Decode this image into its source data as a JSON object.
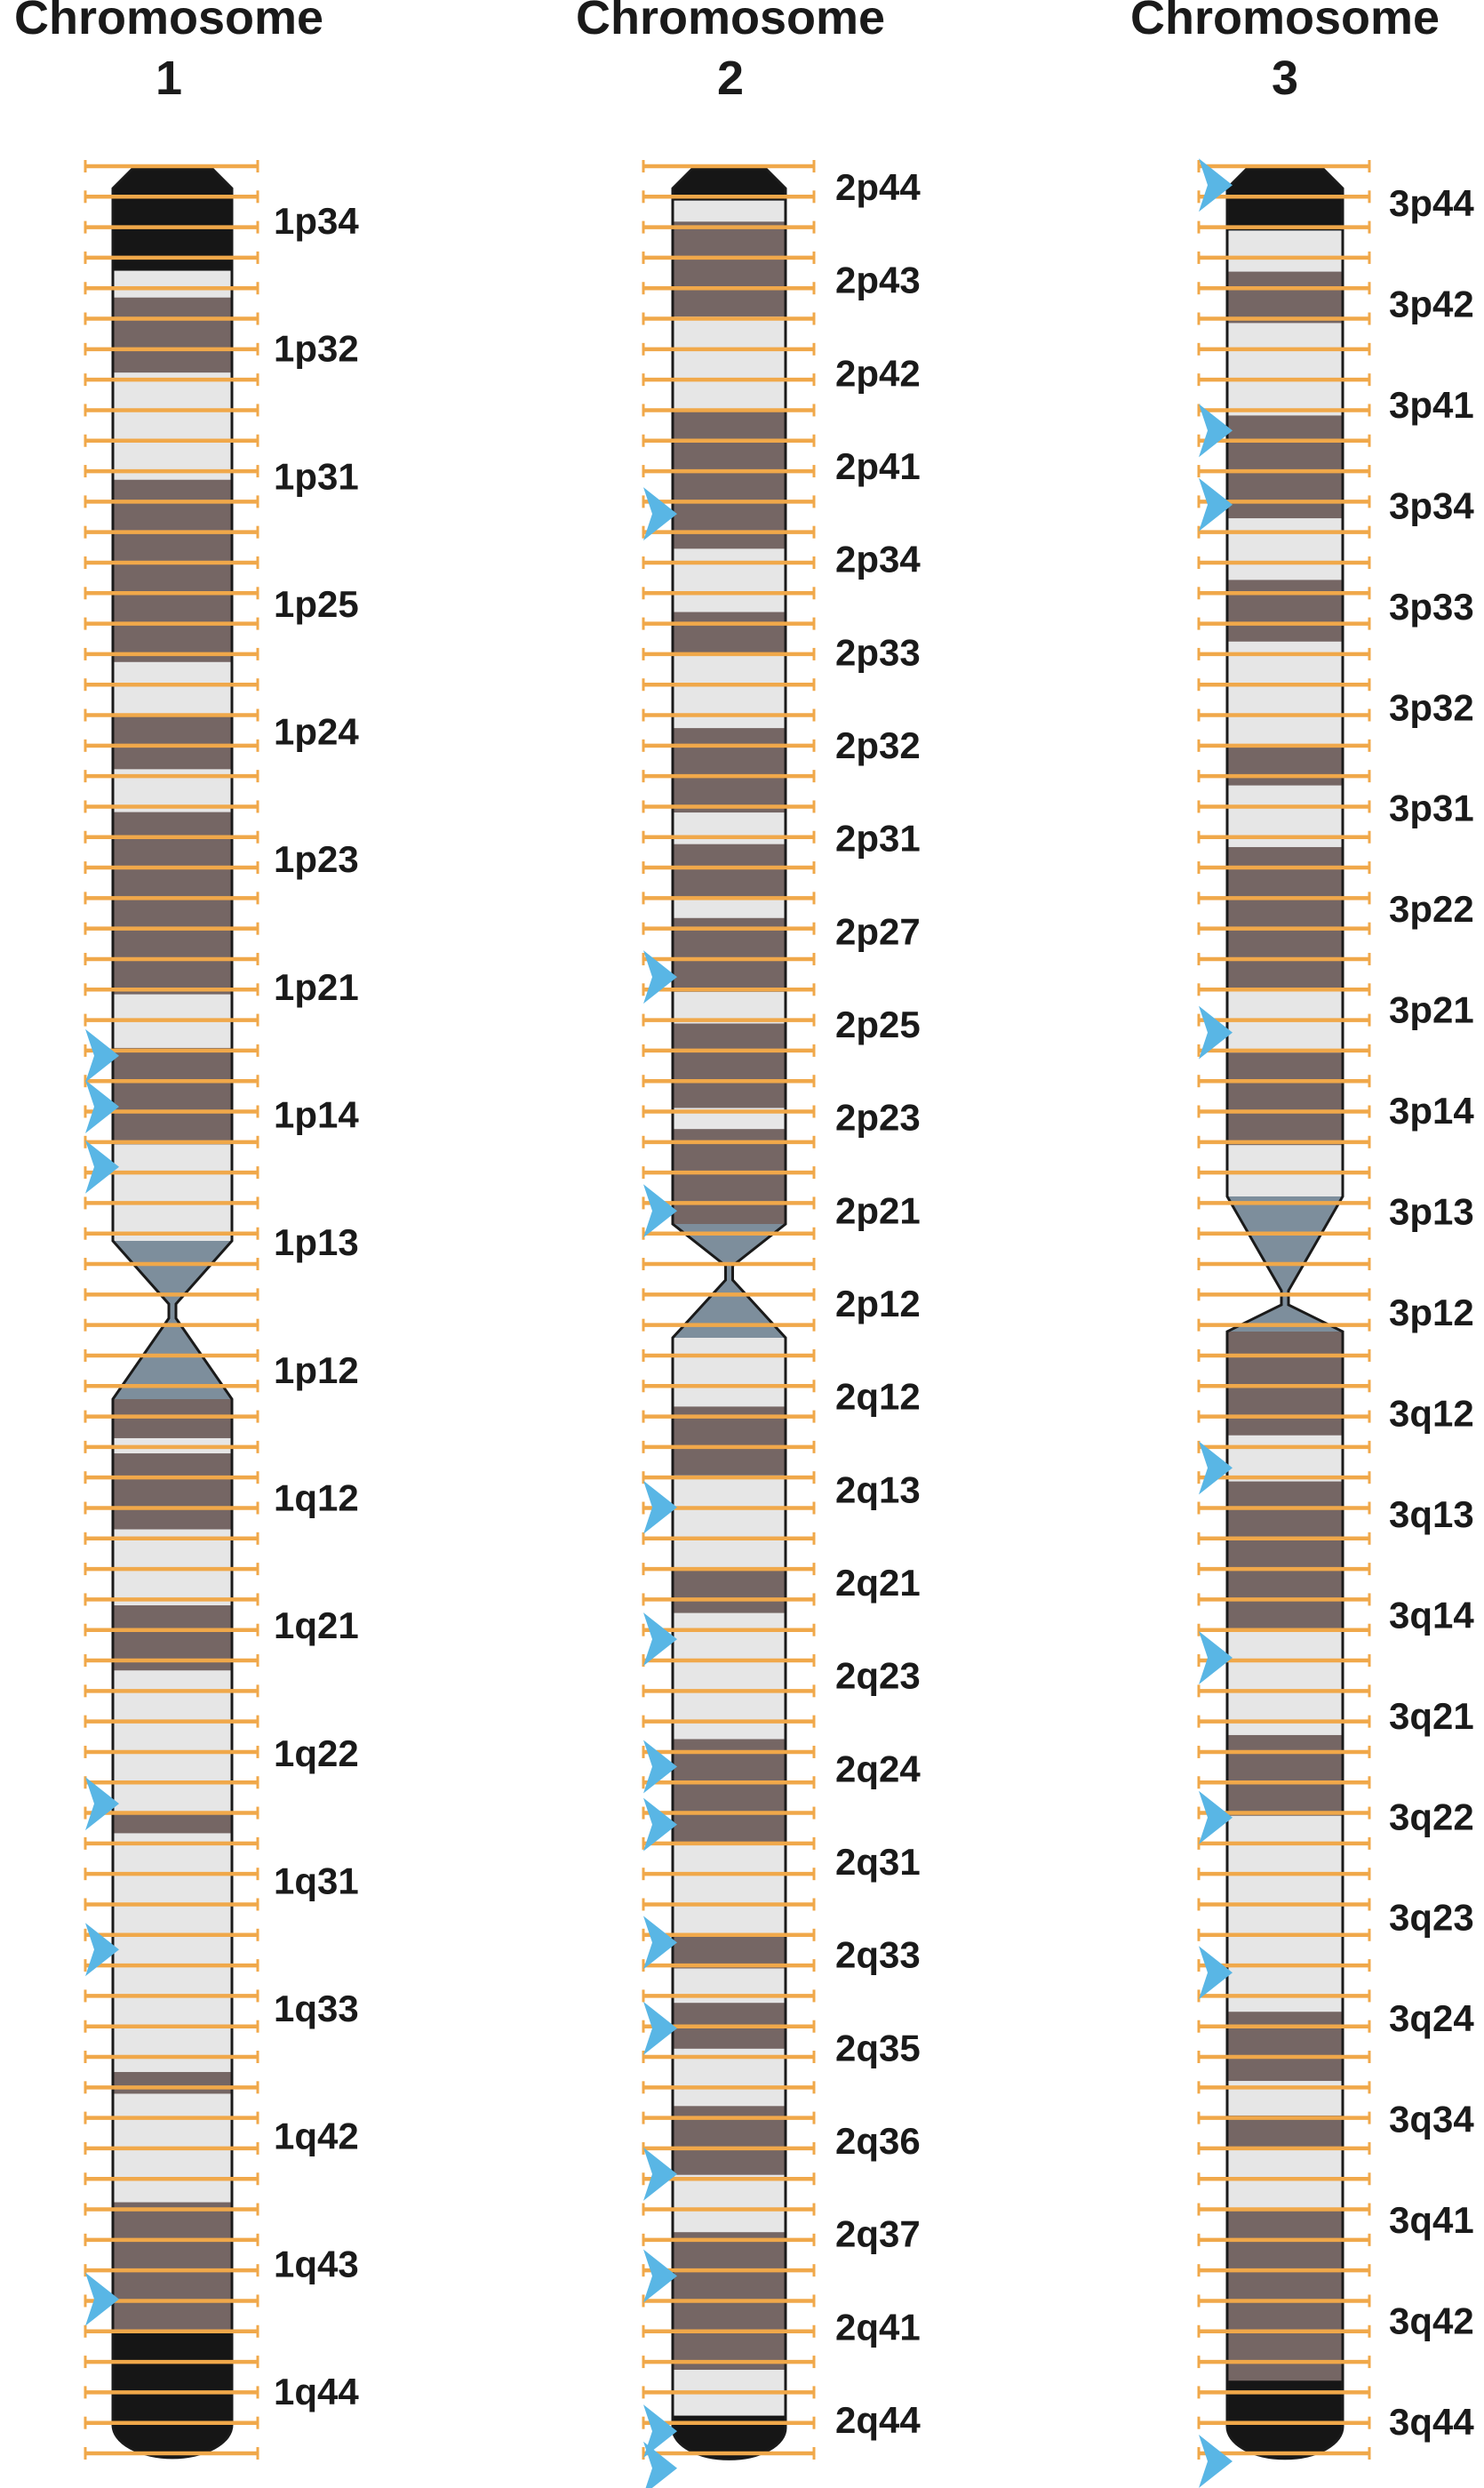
{
  "colors": {
    "dark_band": "#756664",
    "light_band": "#e6e6e6",
    "black_band": "#161616",
    "centromere": "#7d8e9c",
    "marker": "#f0a84a",
    "probe_arrow": "#59b6e5",
    "outline": "#1a1a1a",
    "text": "#1a1a1a"
  },
  "chromosomes": [
    {
      "title_line1": "Chromosome",
      "title_line2": "1",
      "p_bands": [
        {
          "t": 0.0,
          "c": "black"
        },
        {
          "t": 0.095,
          "c": "light"
        },
        {
          "t": 0.12,
          "c": "dark"
        },
        {
          "t": 0.19,
          "c": "light"
        },
        {
          "t": 0.29,
          "c": "dark"
        },
        {
          "t": 0.46,
          "c": "light"
        },
        {
          "t": 0.51,
          "c": "dark"
        },
        {
          "t": 0.56,
          "c": "light"
        },
        {
          "t": 0.6,
          "c": "dark"
        },
        {
          "t": 0.77,
          "c": "light"
        },
        {
          "t": 0.82,
          "c": "dark"
        },
        {
          "t": 0.91,
          "c": "light"
        }
      ],
      "q_bands": [
        {
          "t": 0.0,
          "c": "dark"
        },
        {
          "t": 0.036,
          "c": "light"
        },
        {
          "t": 0.05,
          "c": "dark"
        },
        {
          "t": 0.12,
          "c": "light"
        },
        {
          "t": 0.19,
          "c": "dark"
        },
        {
          "t": 0.25,
          "c": "light"
        },
        {
          "t": 0.38,
          "c": "dark"
        },
        {
          "t": 0.4,
          "c": "light"
        },
        {
          "t": 0.62,
          "c": "dark"
        },
        {
          "t": 0.64,
          "c": "light"
        },
        {
          "t": 0.74,
          "c": "dark"
        },
        {
          "t": 0.86,
          "c": "black"
        }
      ],
      "labels": [
        "1p34",
        "1p32",
        "1p31",
        "1p25",
        "1p24",
        "1p23",
        "1p21",
        "1p14",
        "1p13",
        "1p12",
        "1q12",
        "1q21",
        "1q22",
        "1q31",
        "1q33",
        "1q42",
        "1q43",
        "1q44"
      ],
      "probes": [
        0.383,
        0.405,
        0.431,
        0.706,
        0.769,
        0.92
      ]
    },
    {
      "title_line1": "Chromosome",
      "title_line2": "2",
      "p_bands": [
        {
          "t": 0.0,
          "c": "black"
        },
        {
          "t": 0.03,
          "c": "light"
        },
        {
          "t": 0.05,
          "c": "dark"
        },
        {
          "t": 0.14,
          "c": "light"
        },
        {
          "t": 0.23,
          "c": "dark"
        },
        {
          "t": 0.36,
          "c": "light"
        },
        {
          "t": 0.42,
          "c": "dark"
        },
        {
          "t": 0.46,
          "c": "light"
        },
        {
          "t": 0.53,
          "c": "dark"
        },
        {
          "t": 0.61,
          "c": "light"
        },
        {
          "t": 0.64,
          "c": "dark"
        },
        {
          "t": 0.69,
          "c": "light"
        },
        {
          "t": 0.71,
          "c": "dark"
        },
        {
          "t": 0.78,
          "c": "light"
        },
        {
          "t": 0.81,
          "c": "dark"
        },
        {
          "t": 0.89,
          "c": "light"
        },
        {
          "t": 0.91,
          "c": "dark"
        }
      ],
      "q_bands": [
        {
          "t": 0.0,
          "c": "light"
        },
        {
          "t": 0.06,
          "c": "dark"
        },
        {
          "t": 0.12,
          "c": "light"
        },
        {
          "t": 0.2,
          "c": "dark"
        },
        {
          "t": 0.24,
          "c": "light"
        },
        {
          "t": 0.35,
          "c": "dark"
        },
        {
          "t": 0.44,
          "c": "light"
        },
        {
          "t": 0.52,
          "c": "dark"
        },
        {
          "t": 0.55,
          "c": "light"
        },
        {
          "t": 0.58,
          "c": "dark"
        },
        {
          "t": 0.62,
          "c": "light"
        },
        {
          "t": 0.67,
          "c": "dark"
        },
        {
          "t": 0.73,
          "c": "light"
        },
        {
          "t": 0.78,
          "c": "dark"
        },
        {
          "t": 0.9,
          "c": "light"
        },
        {
          "t": 0.94,
          "c": "black"
        }
      ],
      "labels": [
        "2p44",
        "2p43",
        "2p42",
        "2p41",
        "2p34",
        "2p33",
        "2p32",
        "2p31",
        "2p27",
        "2p25",
        "2p23",
        "2p21",
        "2p12",
        "2q12",
        "2q13",
        "2q21",
        "2q23",
        "2q24",
        "2q31",
        "2q33",
        "2q35",
        "2q36",
        "2q37",
        "2q41",
        "2q44"
      ],
      "probes": [
        0.149,
        0.349,
        0.45,
        0.578,
        0.635,
        0.69,
        0.715,
        0.766,
        0.803,
        0.866,
        0.91,
        0.977,
        0.993
      ]
    },
    {
      "title_line1": "Chromosome",
      "title_line2": "3",
      "p_bands": [
        {
          "t": 0.0,
          "c": "black"
        },
        {
          "t": 0.06,
          "c": "light"
        },
        {
          "t": 0.1,
          "c": "dark"
        },
        {
          "t": 0.15,
          "c": "light"
        },
        {
          "t": 0.24,
          "c": "dark"
        },
        {
          "t": 0.34,
          "c": "light"
        },
        {
          "t": 0.4,
          "c": "dark"
        },
        {
          "t": 0.46,
          "c": "light"
        },
        {
          "t": 0.56,
          "c": "dark"
        },
        {
          "t": 0.6,
          "c": "light"
        },
        {
          "t": 0.66,
          "c": "dark"
        },
        {
          "t": 0.8,
          "c": "light"
        },
        {
          "t": 0.86,
          "c": "dark"
        },
        {
          "t": 0.95,
          "c": "light"
        }
      ],
      "q_bands": [
        {
          "t": 0.0,
          "c": "dark"
        },
        {
          "t": 0.09,
          "c": "light"
        },
        {
          "t": 0.13,
          "c": "dark"
        },
        {
          "t": 0.26,
          "c": "light"
        },
        {
          "t": 0.35,
          "c": "dark"
        },
        {
          "t": 0.42,
          "c": "light"
        },
        {
          "t": 0.59,
          "c": "dark"
        },
        {
          "t": 0.65,
          "c": "light"
        },
        {
          "t": 0.68,
          "c": "dark"
        },
        {
          "t": 0.71,
          "c": "light"
        },
        {
          "t": 0.76,
          "c": "dark"
        },
        {
          "t": 0.91,
          "c": "black"
        }
      ],
      "labels": [
        "3p44",
        "3p42",
        "3p41",
        "3p34",
        "3p33",
        "3p32",
        "3p31",
        "3p22",
        "3p21",
        "3p14",
        "3p13",
        "3p12",
        "3q12",
        "3q13",
        "3q14",
        "3q21",
        "3q22",
        "3q23",
        "3q24",
        "3q34",
        "3q41",
        "3q42",
        "3q44"
      ],
      "probes": [
        0.007,
        0.113,
        0.145,
        0.373,
        0.561,
        0.643,
        0.712,
        0.779,
        0.99
      ]
    }
  ]
}
